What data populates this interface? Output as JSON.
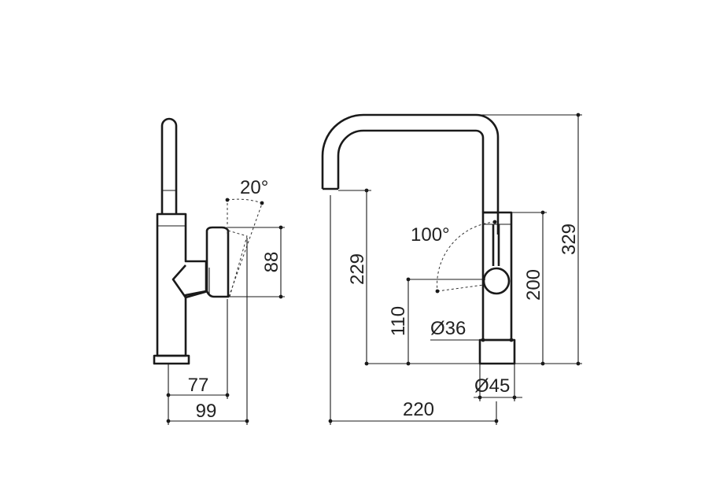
{
  "dimensions": {
    "side_tilt_angle": "20°",
    "side_lever_height": "88",
    "side_offset_lever": "77",
    "side_offset_total": "99",
    "front_spout_height": "229",
    "front_lever_height": "110",
    "front_body_height": "200",
    "front_total_height": "329",
    "front_lever_angle": "100°",
    "front_lever_diameter": "Ø36",
    "front_base_diameter": "Ø45",
    "front_reach": "220"
  },
  "colors": {
    "line": "#1a1a1a",
    "background": "#ffffff"
  }
}
